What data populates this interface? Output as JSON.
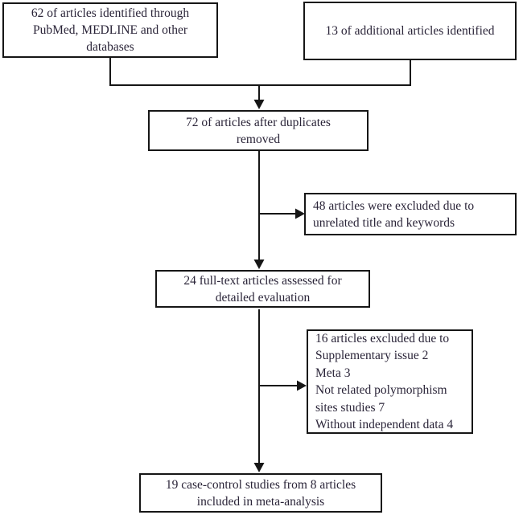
{
  "flowchart": {
    "boxes": {
      "identified": {
        "lines": [
          "62 of articles identified through",
          "PubMed, MEDLINE and other",
          "databases"
        ]
      },
      "additional": {
        "lines": [
          "13 of additional articles identified"
        ]
      },
      "deduplicated": {
        "lines": [
          "72 of articles after duplicates",
          "removed"
        ]
      },
      "excluded_title": {
        "lines": [
          "48 articles were excluded due to",
          "unrelated title and keywords"
        ]
      },
      "fulltext": {
        "lines": [
          "24 full-text articles assessed for",
          "detailed evaluation"
        ]
      },
      "excluded_fulltext": {
        "lines": [
          "16 articles excluded due to",
          "Supplementary issue 2",
          "Meta 3",
          "Not related polymorphism",
          "sites studies 7",
          "Without independent data 4"
        ]
      },
      "included": {
        "lines": [
          "19 case-control studies from 8 articles",
          "included in meta-analysis"
        ]
      }
    },
    "counts": {
      "identified": 62,
      "additional": 13,
      "after_duplicates": 72,
      "excluded_title_keywords": 48,
      "fulltext_assessed": 24,
      "excluded_fulltext": 16,
      "excluded_supplementary_issue": 2,
      "excluded_meta": 3,
      "excluded_not_related_polymorphism_sites": 7,
      "excluded_without_independent_data": 4,
      "included_case_control_studies": 19,
      "included_articles": 8
    }
  },
  "colors": {
    "border": "#161616",
    "line": "#161616",
    "text": "#2a2438",
    "background": "#ffffff"
  }
}
